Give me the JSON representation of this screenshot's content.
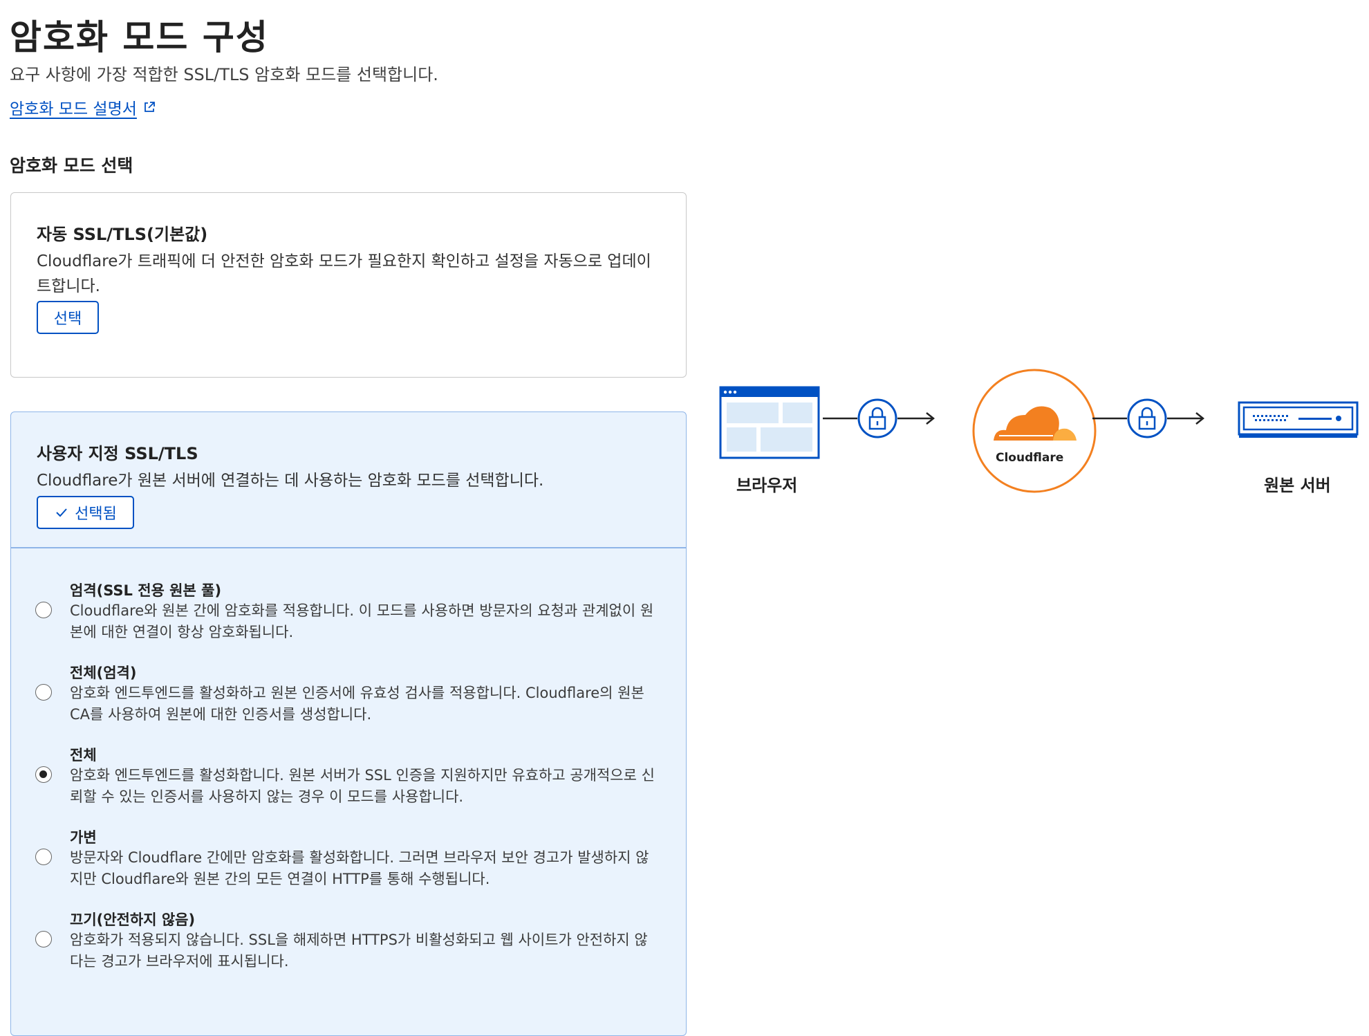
{
  "header": {
    "title": "암호화 모드 구성",
    "subtitle": "요구 사항에 가장 적합한 SSL/TLS 암호화 모드를 선택합니다.",
    "doc_link": "암호화 모드 설명서"
  },
  "section_title": "암호화 모드 선택",
  "auto_card": {
    "title": "자동 SSL/TLS(기본값)",
    "description": "Cloudflare가 트래픽에 더 안전한 암호화 모드가 필요한지 확인하고 설정을 자동으로 업데이트합니다.",
    "button_label": "선택"
  },
  "custom_card": {
    "title": "사용자 지정 SSL/TLS",
    "description": "Cloudflare가 원본 서버에 연결하는 데 사용하는 암호화 모드를 선택합니다.",
    "button_label": "선택됨",
    "options": [
      {
        "title": "엄격(SSL 전용 원본 풀)",
        "description": "Cloudflare와 원본 간에 암호화를 적용합니다. 이 모드를 사용하면 방문자의 요청과 관계없이 원본에 대한 연결이 항상 암호화됩니다.",
        "selected": false
      },
      {
        "title": "전체(엄격)",
        "description": "암호화 엔드투엔드를 활성화하고 원본 인증서에 유효성 검사를 적용합니다. Cloudflare의 원본 CA를 사용하여 원본에 대한 인증서를 생성합니다.",
        "selected": false
      },
      {
        "title": "전체",
        "description": "암호화 엔드투엔드를 활성화합니다. 원본 서버가 SSL 인증을 지원하지만 유효하고 공개적으로 신뢰할 수 있는 인증서를 사용하지 않는 경우 이 모드를 사용합니다.",
        "selected": true
      },
      {
        "title": "가변",
        "description": "방문자와 Cloudflare 간에만 암호화를 활성화합니다. 그러면 브라우저 보안 경고가 발생하지 않지만 Cloudflare와 원본 간의 모든 연결이 HTTP를 통해 수행됩니다.",
        "selected": false
      },
      {
        "title": "끄기(안전하지 않음)",
        "description": "암호화가 적용되지 않습니다. SSL을 해제하면 HTTPS가 비활성화되고 웹 사이트가 안전하지 않다는 경고가 브라우저에 표시됩니다.",
        "selected": false
      }
    ]
  },
  "diagram": {
    "browser_label": "브라우저",
    "cloudflare_label": "Cloudflare",
    "server_label": "원본 서버"
  },
  "colors": {
    "link": "#0051c3",
    "orange": "#f38020",
    "orange_light": "#fbad41",
    "selected_bg": "#eaf3fd"
  }
}
